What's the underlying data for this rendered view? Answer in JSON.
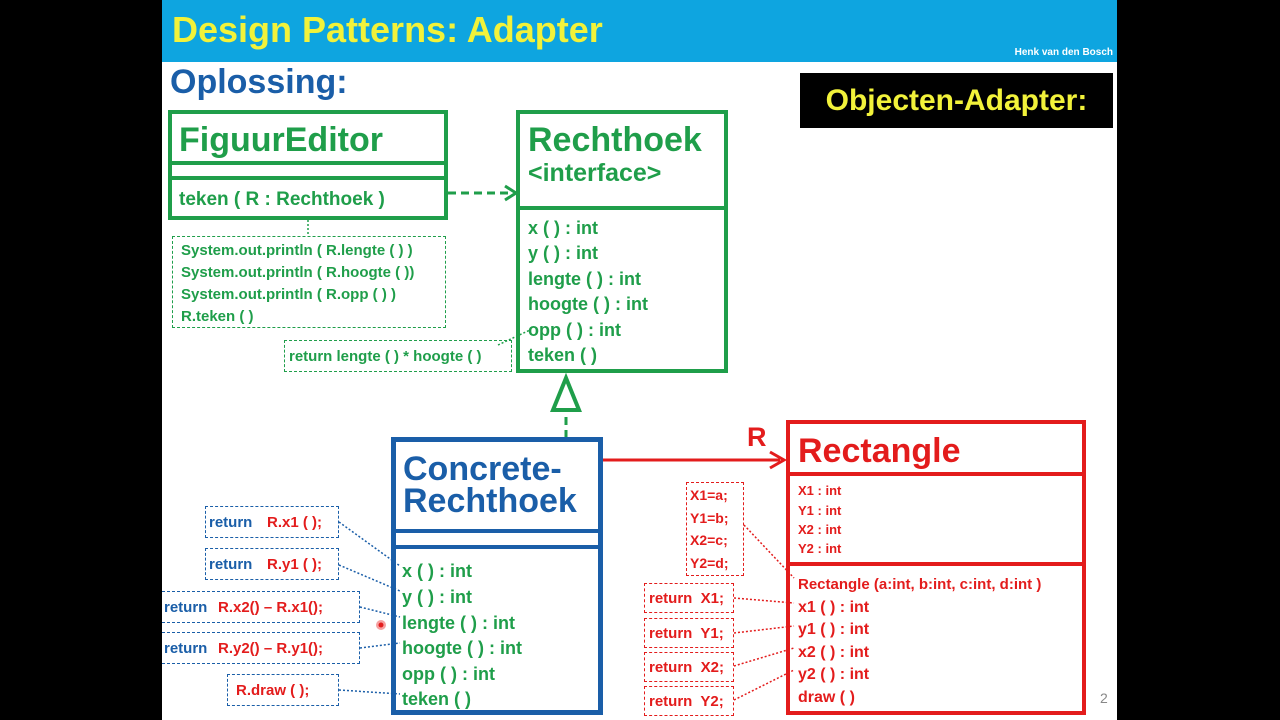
{
  "header": {
    "title": "Design Patterns: Adapter",
    "author": "Henk van den Bosch"
  },
  "subtitle": "Oplossing:",
  "badge": "Objecten-Adapter:",
  "figuur_editor": {
    "name": "FiguurEditor",
    "method": "teken ( R : Rechthoek )"
  },
  "figuur_note": [
    "System.out.println ( R.lengte ( ) )",
    "System.out.println ( R.hoogte ( ))",
    "System.out.println ( R.opp ( ) )",
    "R.teken ( )"
  ],
  "rechthoek": {
    "name": "Rechthoek",
    "stereotype": "<interface>",
    "methods": [
      "x ( ) : int",
      "y ( ) : int",
      "lengte ( ) : int",
      "hoogte ( ) : int",
      "opp ( ) : int",
      "teken ( )"
    ]
  },
  "opp_note": "return  lengte ( ) * hoogte ( )",
  "concrete": {
    "name_line1": "Concrete-",
    "name_line2": "Rechthoek",
    "methods": [
      "x ( ) : int",
      "y ( ) : int",
      "lengte ( ) : int",
      "hoogte ( ) : int",
      "opp ( ) : int",
      "teken ( )"
    ]
  },
  "concrete_notes": [
    {
      "prefix": "return  ",
      "expr": "R.x1 ( );"
    },
    {
      "prefix": "return  ",
      "expr": "R.y1 ( );"
    },
    {
      "prefix": "return ",
      "expr": "R.x2() – R.x1();"
    },
    {
      "prefix": "return ",
      "expr": "R.y2() – R.y1();"
    },
    {
      "prefix": "",
      "expr": "R.draw ( );"
    }
  ],
  "assoc_label": "R",
  "rectangle": {
    "name": "Rectangle",
    "attributes": [
      "X1 : int",
      "Y1 : int",
      "X2 : int",
      "Y2 : int"
    ],
    "constructor": "Rectangle (a:int, b:int, c:int, d:int )",
    "methods": [
      "x1 ( ) : int",
      "y1 ( ) : int",
      "x2 ( ) : int",
      "y2 ( ) : int",
      "draw ( )"
    ]
  },
  "ctor_note": [
    "X1=a;",
    "Y1=b;",
    "X2=c;",
    "Y2=d;"
  ],
  "rect_notes": [
    "return  X1;",
    "return  Y1;",
    "return  X2;",
    "return  Y2;"
  ],
  "page_number": "2",
  "colors": {
    "green": "#1f9e4a",
    "red": "#e31c1c",
    "blue": "#1a5ea8",
    "banner": "#0ea5e0",
    "title_yellow": "#f2f23a"
  }
}
